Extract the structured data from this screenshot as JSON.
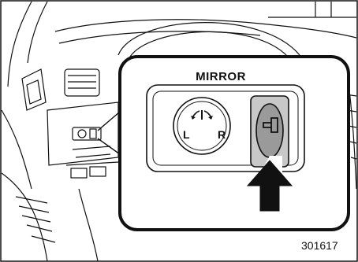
{
  "callout": {
    "title": "MIRROR",
    "knob_left": "L",
    "knob_right": "R"
  },
  "figure_id": "301617",
  "icons": {
    "adjust_knob": "mirror-adjust-knob-icon",
    "fold_switch": "mirror-fold-switch-icon",
    "pointer": "down-arrow-icon"
  },
  "colors": {
    "line": "#111111",
    "switch_face": "#9a9a9a",
    "switch_recess": "#c8c8c8",
    "background": "#ffffff"
  }
}
